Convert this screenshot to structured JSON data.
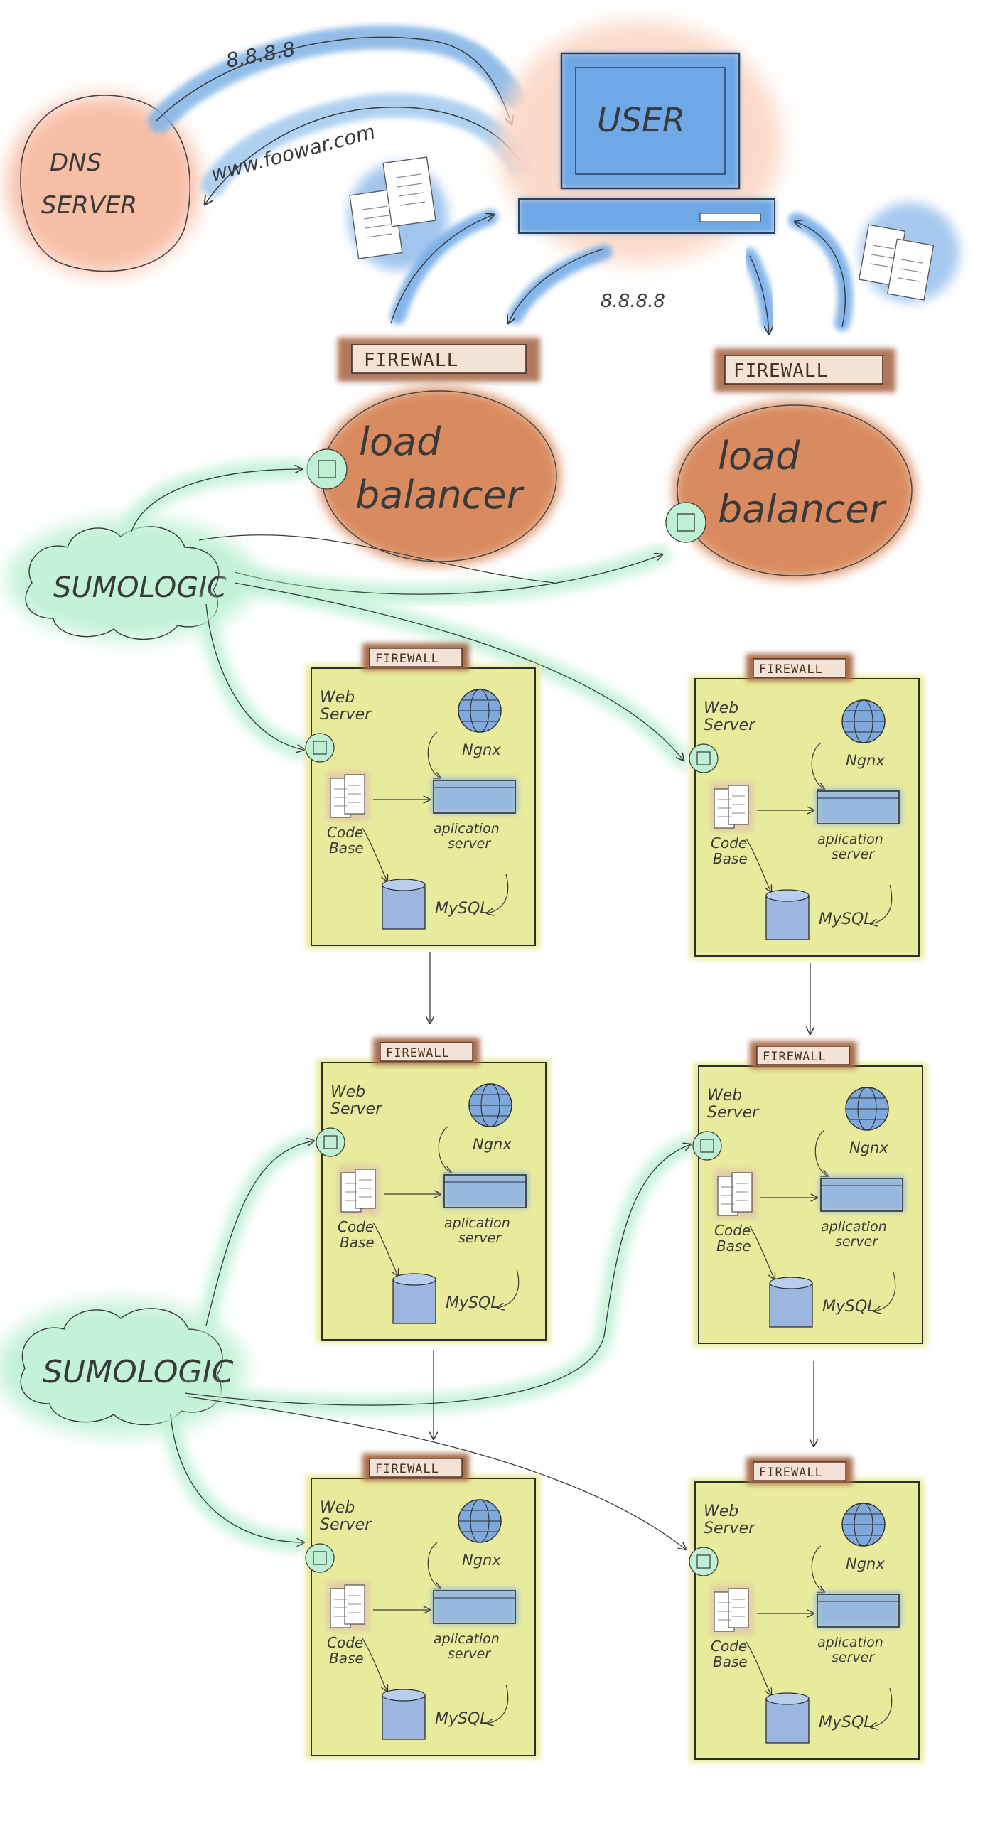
{
  "top": {
    "dns_server": {
      "line1": "DNS",
      "line2": "SERVER"
    },
    "user": {
      "label": "USER"
    },
    "ip_top": "8.8.8.8",
    "url": "www.foowar.com",
    "ip_mid": "8.8.8.8",
    "firewall_label": "FIREWALL",
    "load_balancer": {
      "line1": "load",
      "line2": "balancer"
    }
  },
  "sumologic_label": "SUMOLOGIC",
  "server_box": {
    "firewall_label": "FIREWALL",
    "web_server": {
      "line1": "Web",
      "line2": "Server"
    },
    "nginx": "Ngnx",
    "code_base": {
      "line1": "Code",
      "line2": "Base"
    },
    "app_server": {
      "line1": "aplication",
      "line2": "server"
    },
    "mysql": "MySQL"
  },
  "colors": {
    "dns": "#f4b8a0",
    "user_blue": "#7fb2e5",
    "firewall": "#a86a4a",
    "lb": "#d9875a",
    "sumologic": "#bff0d4",
    "server_bg": "#e6e99a",
    "line": "#3a3a3a"
  }
}
